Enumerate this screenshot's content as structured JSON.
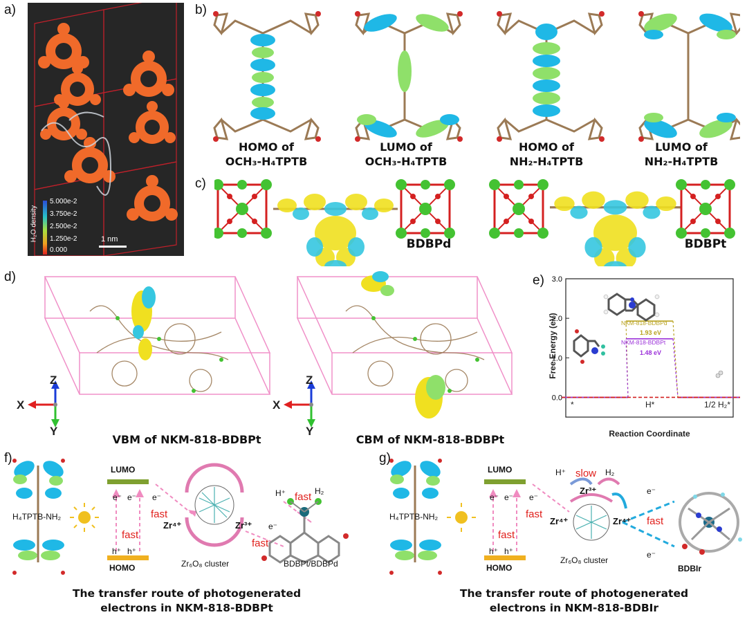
{
  "panels": {
    "a": {
      "label": "a)",
      "legend_title": "H₂O density",
      "legend_ticks": [
        "5.000e-2",
        "3.750e-2",
        "2.500e-2",
        "1.250e-2",
        "0.000"
      ],
      "scale_bar": "1 nm"
    },
    "b": {
      "label": "b)",
      "captions": [
        {
          "line1": "HOMO of",
          "line2": "OCH₃-H₄TPTB"
        },
        {
          "line1": "LUMO of",
          "line2": "OCH₃-H₄TPTB"
        },
        {
          "line1": "HOMO of",
          "line2": "NH₂-H₄TPTB"
        },
        {
          "line1": "LUMO of",
          "line2": "NH₂-H₄TPTB"
        }
      ]
    },
    "c": {
      "label": "c)",
      "captions": [
        "BDBPd",
        "BDBPt"
      ]
    },
    "d": {
      "label": "d)",
      "captions": [
        "VBM of NKM-818-BDBPt",
        "CBM of NKM-818-BDBPt"
      ],
      "axes": {
        "z": "Z",
        "x": "X",
        "y": "Y"
      }
    },
    "e": {
      "label": "e)",
      "ylabel": "Free Energy (eV)",
      "xlabel": "Reaction Coordinate",
      "states": [
        "*",
        "H*",
        "1/2 H₂*"
      ],
      "series_labels": [
        "NKM-818-BDBPd",
        "NKM-818-BDBPt"
      ],
      "value_labels": [
        "1.93 eV",
        "1.48 eV"
      ]
    },
    "f": {
      "label": "f)",
      "lumo": "LUMO",
      "homo": "HOMO",
      "ligand": "H₄TPTB-NH₂",
      "cluster": "Zr₆O₈ cluster",
      "catalyst": "BDBPt/BDBPd",
      "zr4": "Zr⁴⁺",
      "zr3": "Zr³⁺",
      "fast": "fast",
      "eminus": "e⁻",
      "hplus": "h⁺",
      "hplus_top": "H⁺",
      "h2": "H₂",
      "caption1": "The transfer route of photogenerated",
      "caption2": "electrons in NKM-818-BDBPt"
    },
    "g": {
      "label": "g)",
      "lumo": "LUMO",
      "homo": "HOMO",
      "ligand": "H₄TPTB-NH₂",
      "cluster": "Zr₆O₈ cluster",
      "catalyst": "BDBIr",
      "zr4": "Zr⁴⁺",
      "zr3": "Zr³⁺",
      "fast": "fast",
      "slow": "slow",
      "eminus": "e⁻",
      "hplus": "h⁺",
      "hplus_top": "H⁺",
      "h2": "H₂",
      "caption1": "The transfer route of photogenerated",
      "caption2": "electrons in NKM-818-BDBIr"
    }
  },
  "chart_data": {
    "type": "line",
    "title": "",
    "xlabel": "Reaction Coordinate",
    "ylabel": "Free Energy (eV)",
    "categories": [
      "*",
      "H*",
      "1/2 H₂*"
    ],
    "ylim": [
      -0.5,
      3.0
    ],
    "yticks": [
      0.0,
      1.0,
      2.0,
      3.0
    ],
    "series": [
      {
        "name": "NKM-818-BDBPd",
        "values": [
          0.0,
          1.93,
          0.0
        ],
        "color": "#b8a21e"
      },
      {
        "name": "NKM-818-BDBPt",
        "values": [
          0.0,
          1.48,
          0.0
        ],
        "color": "#9b30d9"
      },
      {
        "name": "H*",
        "values": [
          0.0,
          0.0,
          0.0
        ],
        "color": "#d22020"
      }
    ]
  },
  "colors": {
    "homo_lobe": "#1fb8e6",
    "lumo_lobe": "#8fe06a",
    "density": "#f06a2a",
    "pd_line": "#b8a21e",
    "pt_line": "#9b30d9",
    "red": "#e0201c",
    "pink_arrow": "#f08bc0"
  }
}
